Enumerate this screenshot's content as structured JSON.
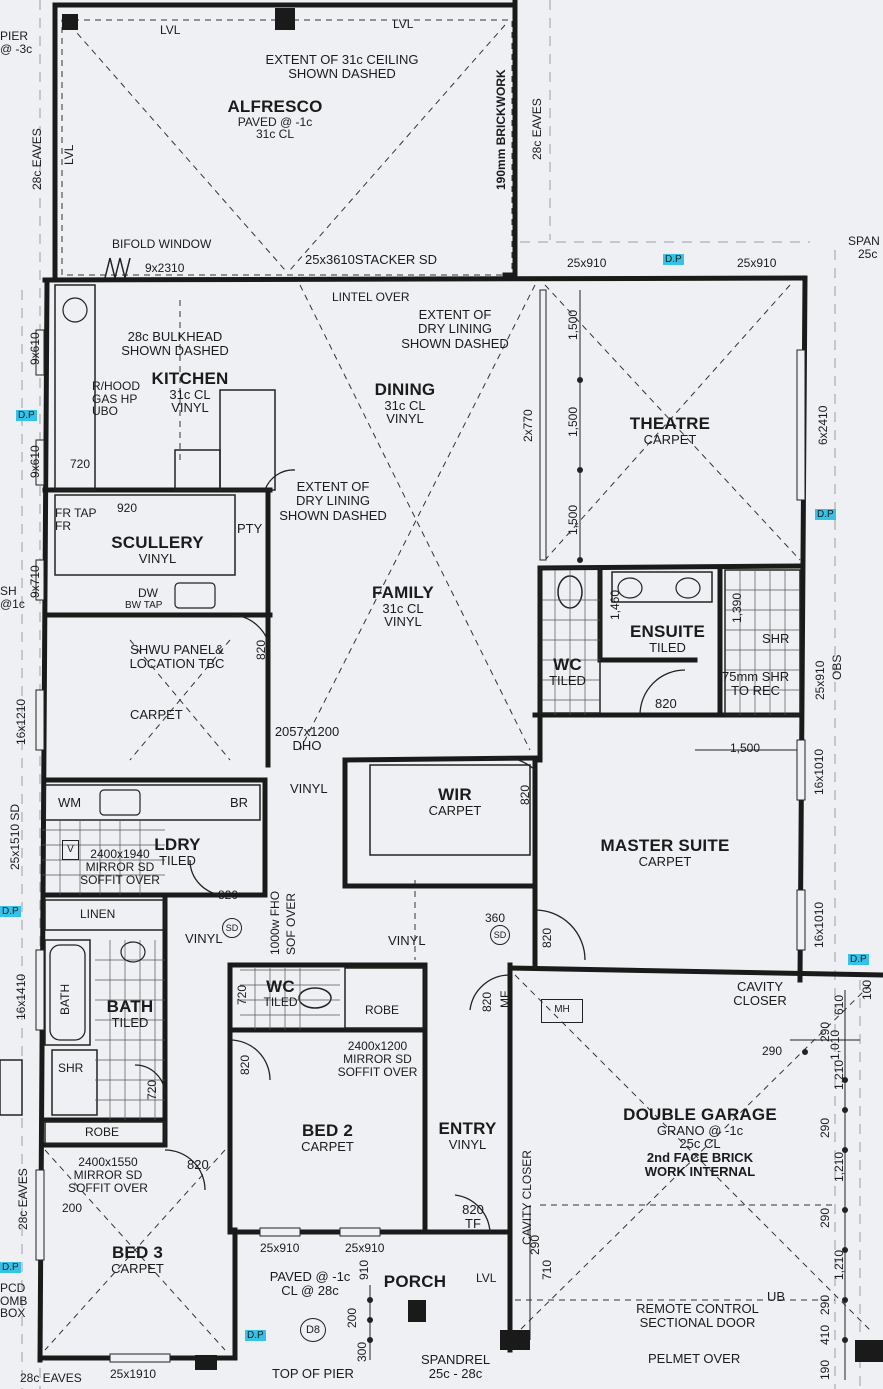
{
  "rooms": {
    "alfresco": {
      "name": "ALFRESCO",
      "line1": "PAVED @ -1c",
      "line2": "31c CL"
    },
    "kitchen": {
      "name": "KITCHEN",
      "line1": "31c CL",
      "line2": "VINYL"
    },
    "dining": {
      "name": "DINING",
      "line1": "31c CL",
      "line2": "VINYL"
    },
    "theatre": {
      "name": "THEATRE",
      "line1": "CARPET"
    },
    "scullery": {
      "name": "SCULLERY",
      "line1": "VINYL"
    },
    "family": {
      "name": "FAMILY",
      "line1": "31c CL",
      "line2": "VINYL"
    },
    "ensuite": {
      "name": "ENSUITE",
      "line1": "TILED"
    },
    "wc_ensuite": {
      "name": "WC",
      "line1": "TILED"
    },
    "wir": {
      "name": "WIR",
      "line1": "CARPET"
    },
    "master": {
      "name": "MASTER SUITE",
      "line1": "CARPET"
    },
    "ldry": {
      "name": "LDRY",
      "line1": "TILED"
    },
    "bath": {
      "name": "BATH",
      "line1": "TILED"
    },
    "wc": {
      "name": "WC",
      "line1": "TILED"
    },
    "bed2": {
      "name": "BED 2",
      "line1": "CARPET"
    },
    "entry": {
      "name": "ENTRY",
      "line1": "VINYL"
    },
    "garage": {
      "name": "DOUBLE GARAGE",
      "line1": "GRANO @ -1c",
      "line2": "25c CL",
      "line3": "2nd FACE BRICK",
      "line4": "WORK INTERNAL"
    },
    "bed3": {
      "name": "BED 3",
      "line1": "CARPET"
    },
    "porch": {
      "name": "PORCH",
      "line1": "PAVED @ -1c",
      "line2": "CL @ 28c"
    }
  },
  "notes": {
    "ceiling_extent": "EXTENT OF 31c CEILING",
    "ceiling_extent2": "SHOWN DASHED",
    "lvl": "LVL",
    "eaves_28c": "28c EAVES",
    "brickwork": "190mm BRICKWORK",
    "bifold": "BIFOLD WINDOW",
    "bifold_size": "9x2310",
    "stacker": "25x3610STACKER SD",
    "lintel": "LINTEL OVER",
    "dry_lining": "EXTENT OF",
    "dry_lining2": "DRY LINING",
    "dry_lining3": "SHOWN DASHED",
    "bulkhead": "28c BULKHEAD",
    "bulkhead2": "SHOWN DASHED",
    "rhood": "R/HOOD",
    "gas_hp": "GAS HP",
    "ubo": "UBO",
    "w25x910": "25x910",
    "dp": "D.P",
    "span": "SPAN",
    "span2": "25c",
    "v9x610": "9x610",
    "v2x770": "2x770",
    "v6x2410": "6x2410",
    "v1500": "1,500",
    "d720": "720",
    "d920": "920",
    "fr_tap": "FR TAP",
    "fr": "FR",
    "pty": "PTY",
    "dw": "DW",
    "bw_tap": "BW TAP",
    "v9x710": "9x710",
    "shwu": "SHWU PANEL&",
    "shwu2": "LOCATION TBC",
    "carpet": "CARPET",
    "d820": "820",
    "v1460": "1,460",
    "v1390": "1,390",
    "shr": "SHR",
    "shr75": "75mm SHR",
    "to_rec": "TO REC",
    "v25x910": "25x910",
    "obs": "OBS",
    "v16x1210": "16x1210",
    "dho": "2057x1200",
    "dho2": "DHO",
    "vinyl": "VINYL",
    "d1500": "1,500",
    "v16x1010": "16x1010",
    "wm": "WM",
    "br": "BR",
    "v_mark": "V",
    "mirror1": "2400x1940",
    "mirror_sd": "MIRROR SD",
    "soffit": "SOFFIT OVER",
    "v25x1510": "25x1510 SD",
    "linen": "LINEN",
    "sd": "SD",
    "fho": "1000w FHO",
    "sof_over": "SOF OVER",
    "d360": "360",
    "robe": "ROBE",
    "mirror2": "2400x1200",
    "mf": "MF",
    "mh": "MH",
    "cavity": "CAVITY",
    "closer": "CLOSER",
    "d290": "290",
    "d610": "610",
    "d1010": "1,010",
    "d1210": "1,210",
    "v16x1410": "16x1410",
    "mirror3": "2400x1550",
    "d200": "200",
    "tf": "TF",
    "cavity_closer": "CAVITY CLOSER",
    "d710": "710",
    "remote": "REMOTE CONTROL",
    "sectional": "SECTIONAL DOOR",
    "ub": "UB",
    "pelmet": "PELMET OVER",
    "d8": "D8",
    "d300": "300",
    "d410": "410",
    "d190": "190",
    "d910": "910",
    "spandrel": "SPANDREL",
    "spandrel2": "25c - 28c",
    "top_pier": "TOP OF PIER",
    "w25x1910": "25x1910",
    "pier": "PIER",
    "pier2": "@ -3c",
    "dp_cd": "PCD",
    "omb": "OMB",
    "box": "BOX",
    "sh": "SH",
    "sh2": "@1c",
    "d100": "100",
    "eaves_b": "28c EAVES"
  },
  "colors": {
    "wall": "#1a1a1a",
    "paper": "#eef0f4",
    "dp": "#34c3e6"
  }
}
